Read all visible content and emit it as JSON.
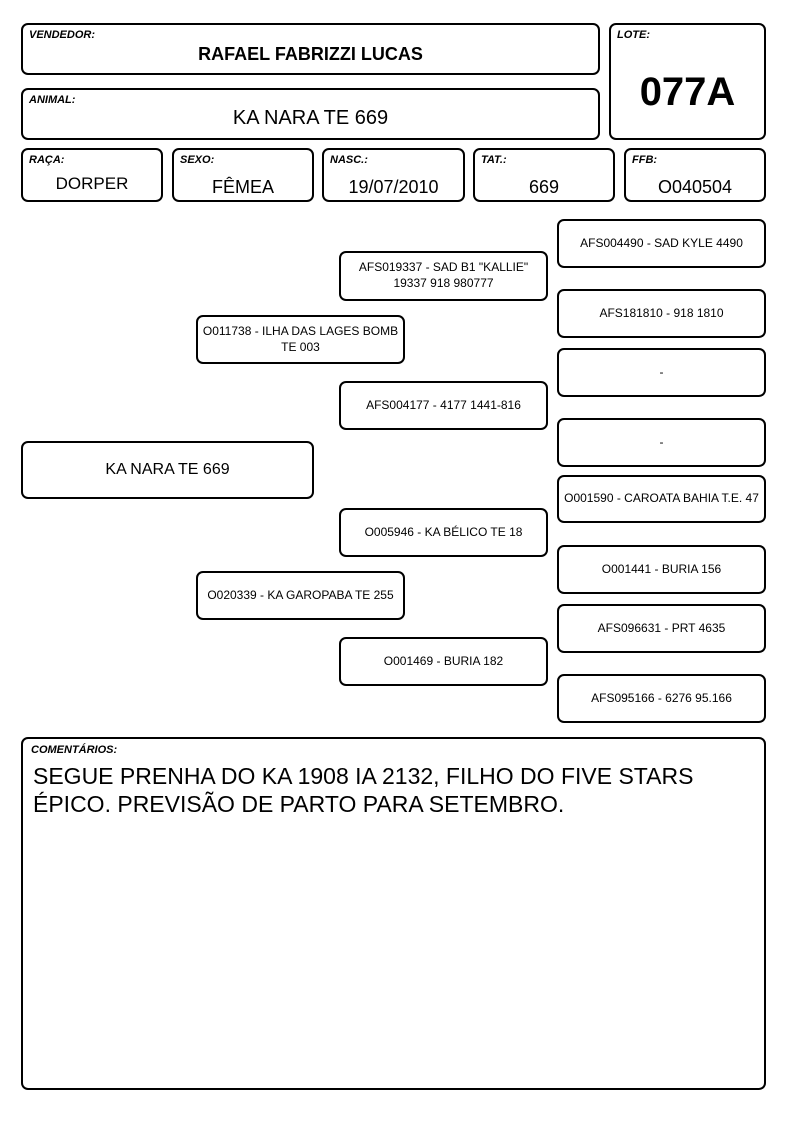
{
  "header": {
    "vendedor_label": "VENDEDOR:",
    "vendedor": "RAFAEL FABRIZZI LUCAS",
    "lote_label": "LOTE:",
    "lote": "077A",
    "animal_label": "ANIMAL:",
    "animal": "KA NARA TE 669"
  },
  "info": {
    "raca_label": "RAÇA:",
    "raca": "DORPER",
    "sexo_label": "SEXO:",
    "sexo": "FÊMEA",
    "nasc_label": "NASC.:",
    "nasc": "19/07/2010",
    "tat_label": "TAT.:",
    "tat": "669",
    "ffb_label": "FFB:",
    "ffb": "O040504"
  },
  "pedigree": {
    "animal": "KA NARA TE 669",
    "sire": "O011738 - ILHA DAS LAGES BOMB TE 003",
    "dam": "O020339 - KA GAROPABA TE 255",
    "sire_sire": "AFS019337 - SAD B1 \"KALLIE\" 19337 918 980777",
    "sire_dam": "AFS004177 - 4177 1441-816",
    "dam_sire": "O005946 - KA BÉLICO TE 18",
    "dam_dam": "O001469 - BURIA 182",
    "g3_1": "AFS004490 - SAD KYLE 4490",
    "g3_2": "AFS181810 - 918 1810",
    "g3_3": "-",
    "g3_4": "-",
    "g3_5": "O001590 - CAROATA BAHIA T.E. 47",
    "g3_6": "O001441 - BURIA 156",
    "g3_7": "AFS096631 - PRT 4635",
    "g3_8": "AFS095166 - 6276 95.166"
  },
  "comments": {
    "label": "COMENTÁRIOS:",
    "text": "SEGUE PRENHA DO KA 1908 IA 2132, FILHO DO FIVE STARS ÉPICO. PREVISÃO DE PARTO PARA SETEMBRO."
  }
}
